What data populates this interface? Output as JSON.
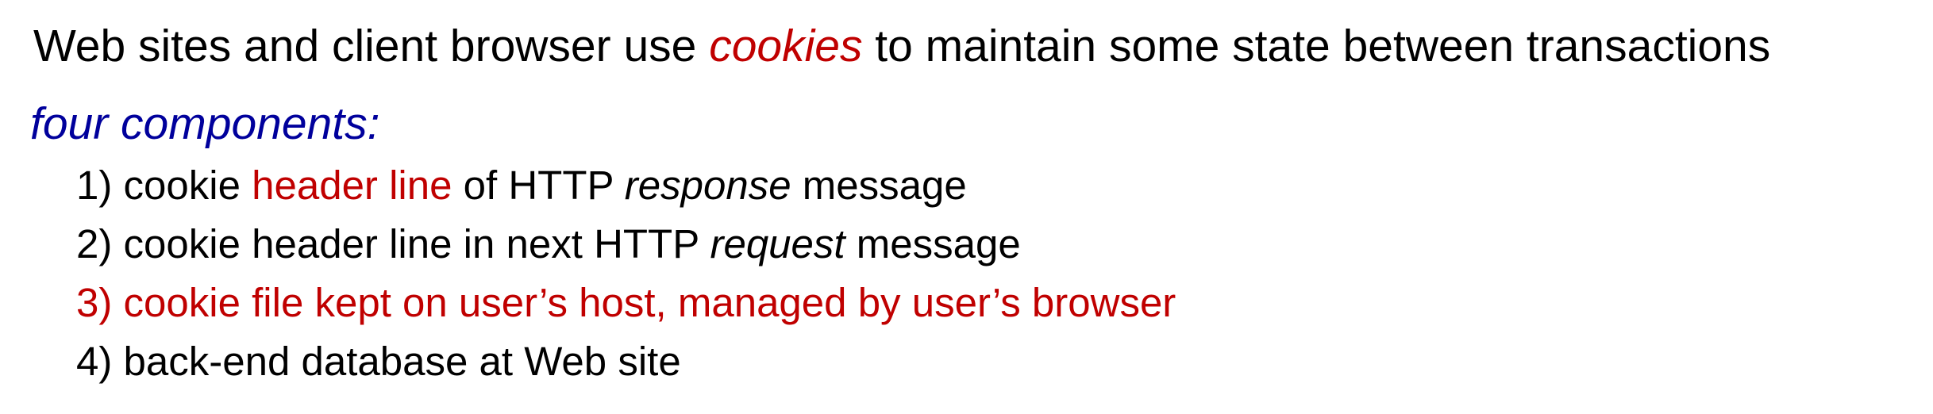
{
  "headline": {
    "before": "Web sites and client browser  use ",
    "emphasis": "cookies",
    "after": " to maintain some state between transactions"
  },
  "subhead": "four components:",
  "items": [
    {
      "pre": "1) cookie ",
      "highlight": "header line",
      "mid": " of HTTP ",
      "italic": "response",
      "post": " message"
    },
    {
      "pre": "2) cookie header line in next HTTP ",
      "italic": "request",
      "post": " message"
    },
    {
      "text": "3) cookie file kept on user’s host, managed by user’s browser"
    },
    {
      "text": "4) back-end database at Web site"
    }
  ],
  "colors": {
    "emphasis_red": "#c00000",
    "subhead_blue": "#00009c",
    "text": "#000000"
  }
}
